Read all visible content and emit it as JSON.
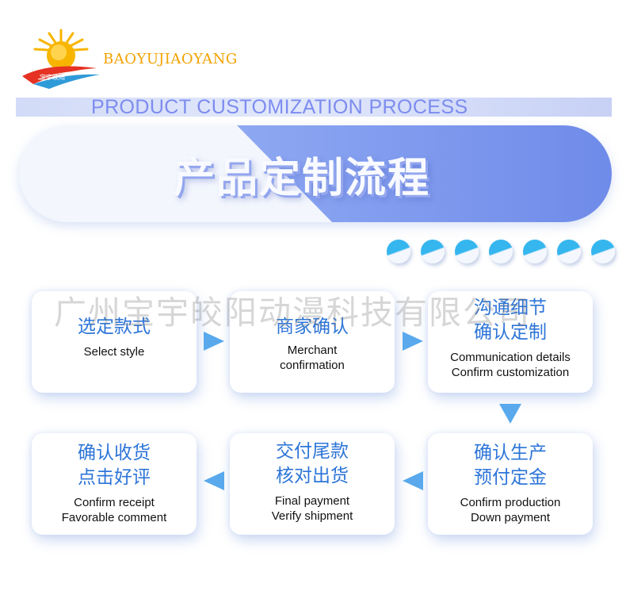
{
  "brand": {
    "name": "BAOYUJIAOYANG",
    "logo_badge": "宝宇皎阳",
    "sun_color": "#f7b500",
    "wave_color": "#2f9ad8"
  },
  "header": {
    "english_title": "PRODUCT CUSTOMIZATION PROCESS"
  },
  "banner": {
    "title": "产品定制流程"
  },
  "watermark": "广州宝宇皎阳动漫科技有限公司",
  "colors": {
    "accent_blue": "#2d75d8",
    "banner_blue": "#7b96ef",
    "dot_blue": "#35b6ee",
    "arrow_blue": "#59a9ec"
  },
  "steps": [
    {
      "zh": [
        "选定款式"
      ],
      "en": [
        "Select style"
      ]
    },
    {
      "zh": [
        "商家确认"
      ],
      "en": [
        "Merchant",
        "confirmation"
      ]
    },
    {
      "zh": [
        "沟通细节",
        "确认定制"
      ],
      "en": [
        "Communication details",
        "Confirm customization"
      ]
    },
    {
      "zh": [
        "确认生产",
        "预付定金"
      ],
      "en": [
        "Confirm production",
        "Down payment"
      ]
    },
    {
      "zh": [
        "交付尾款",
        "核对出货"
      ],
      "en": [
        "Final payment",
        "Verify shipment"
      ]
    },
    {
      "zh": [
        "确认收货",
        "点击好评"
      ],
      "en": [
        "Confirm receipt",
        "Favorable comment"
      ]
    }
  ]
}
